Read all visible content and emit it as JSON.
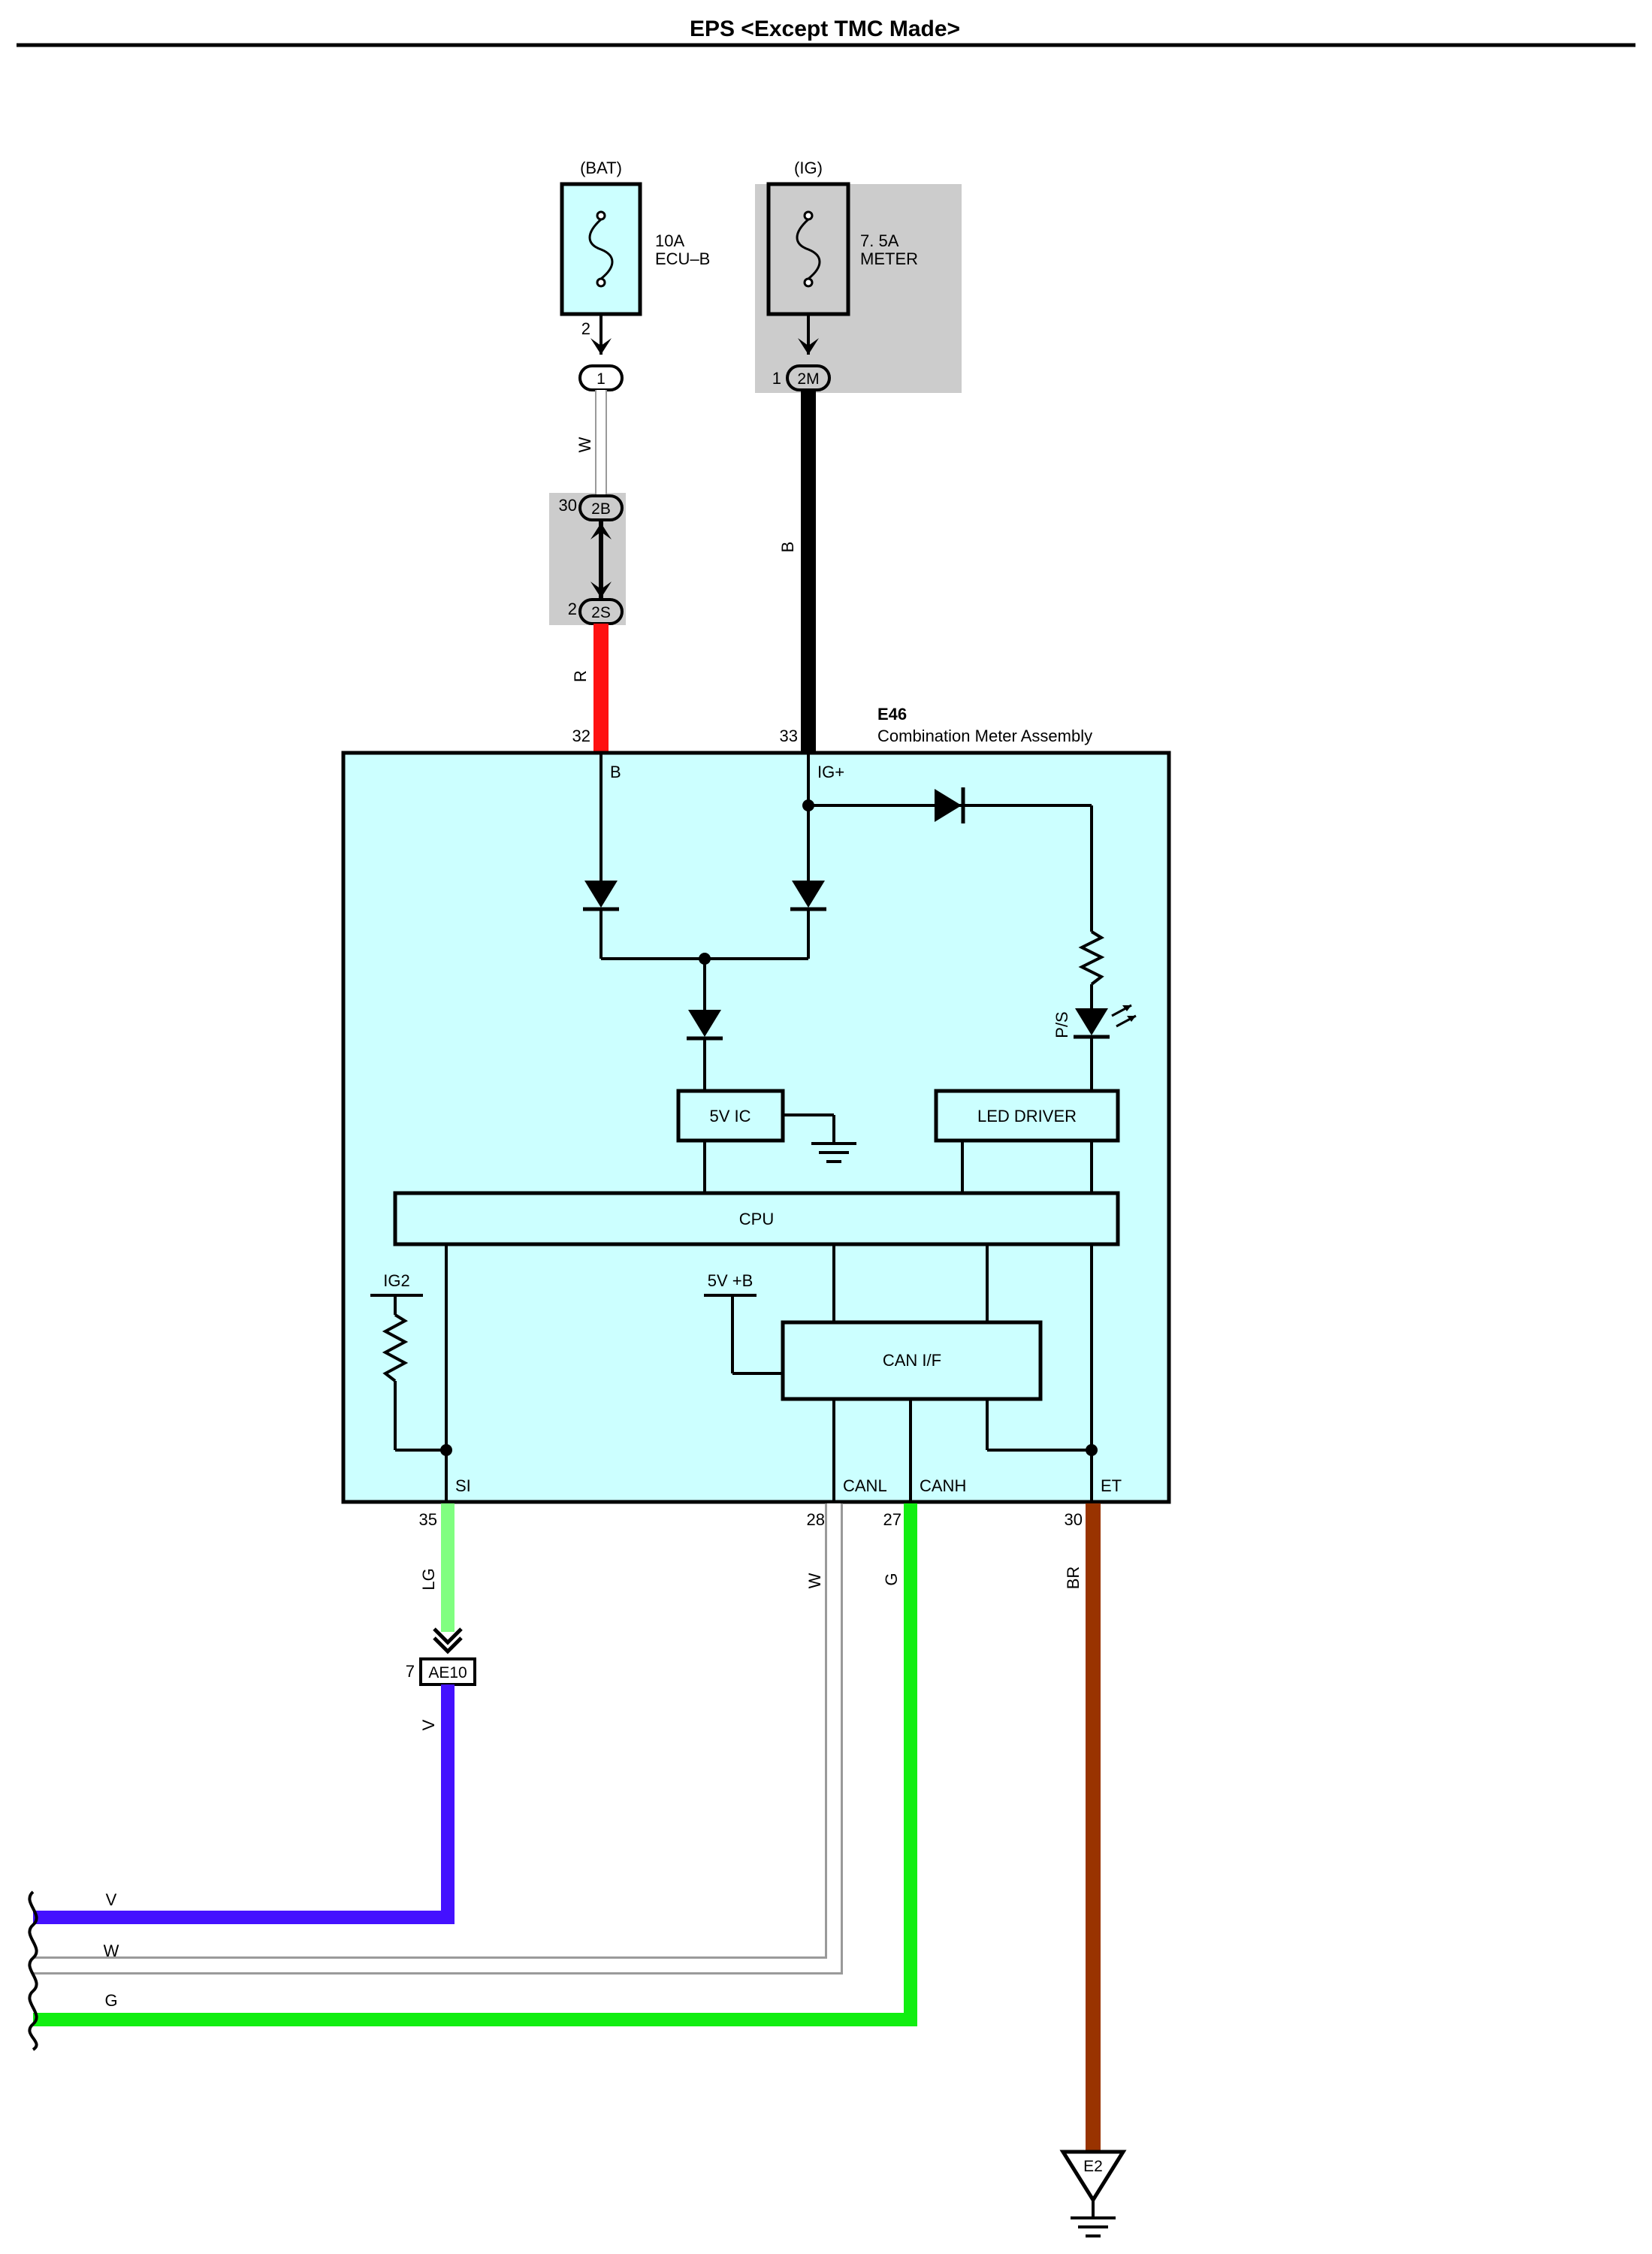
{
  "title": "EPS <Except TMC Made>",
  "fuses": [
    {
      "source": "(BAT)",
      "amp": "10A",
      "name": "ECU–B"
    },
    {
      "source": "(IG)",
      "amp": "7. 5A",
      "name": "METER"
    }
  ],
  "connectors": {
    "c1": {
      "pin": "2",
      "id": "1"
    },
    "c2m": {
      "pin": "1",
      "id": "2M"
    },
    "c2b": {
      "pin": "30",
      "id": "2B"
    },
    "c2s": {
      "pin": "2",
      "id": "2S"
    },
    "ae10": {
      "pin": "7",
      "id": "AE10"
    }
  },
  "component": {
    "code": "E46",
    "name": "Combination Meter Assembly"
  },
  "pins": {
    "b": {
      "num": "32",
      "name": "B"
    },
    "ig": {
      "num": "33",
      "name": "IG+"
    },
    "si": {
      "num": "35",
      "name": "SI"
    },
    "canl": {
      "num": "28",
      "name": "CANL"
    },
    "canh": {
      "num": "27",
      "name": "CANH"
    },
    "et": {
      "num": "30",
      "name": "ET"
    }
  },
  "blocks": {
    "ic": "5V IC",
    "led_driver": "LED DRIVER",
    "cpu": "CPU",
    "can_if": "CAN I/F",
    "ig2": "IG2",
    "v5b": "5V +B",
    "ps": "P/S"
  },
  "wires": {
    "w_top": "W",
    "r": "R",
    "b": "B",
    "lg": "LG",
    "w_canl": "W",
    "g_canh": "G",
    "br": "BR",
    "v": "V",
    "bus_v": "V",
    "bus_w": "W",
    "bus_g": "G"
  },
  "ground": "E2",
  "colors": {
    "component_fill": "#ccffff",
    "fuse_fill": "#ccffff",
    "shade": "#cccccc",
    "red": "#ff1111",
    "black": "#000000",
    "light_green": "#80ff80",
    "green": "#11ee11",
    "brown": "#993300",
    "violet": "#4411ff",
    "white_wire": "#9a9a9a"
  }
}
